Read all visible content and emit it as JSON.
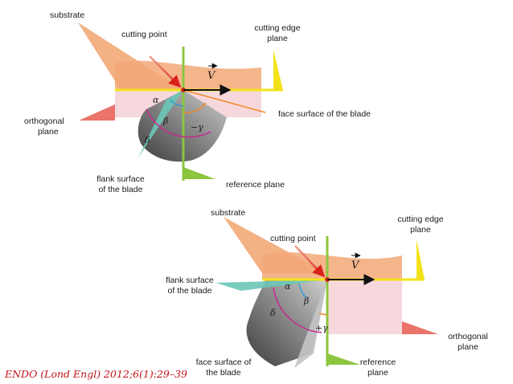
{
  "colors": {
    "substrate": "#f2a877",
    "blade_dark": "#4a4a4a",
    "blade_light": "#c4c4c4",
    "pink": "#f6d8dc",
    "yellow": "#f3e21a",
    "green": "#8cc63f",
    "teal": "#6cc6b7",
    "red_arrow": "#e03a2a",
    "arc_purple": "#c0308c",
    "arc_orange": "#ef8a2a",
    "arc_blue": "#2e9fd6",
    "citation": "#c0141c"
  },
  "top_diagram": {
    "substrate": "substrate",
    "cutting_point": "cutting point",
    "cutting_edge_plane": [
      "cutting edge",
      "plane"
    ],
    "velocity": "V",
    "orthogonal_plane": [
      "orthogonal",
      "plane"
    ],
    "face_surface": "face surface of the blade",
    "flank_surface": [
      "flank surface",
      "of the blade"
    ],
    "reference_plane": "reference plane",
    "alpha": "α",
    "beta": "β",
    "delta": "δ",
    "rake": "−γ"
  },
  "bottom_diagram": {
    "substrate": "substrate",
    "cutting_point": "cutting point",
    "cutting_edge_plane": [
      "cutting edge",
      "plane"
    ],
    "velocity": "V",
    "flank_surface": [
      "flank surface",
      "of the blade"
    ],
    "orthogonal_plane": [
      "orthogonal",
      "plane"
    ],
    "face_surface": [
      "face surface of",
      "the blade"
    ],
    "reference_plane": [
      "reference",
      "plane"
    ],
    "alpha": "α",
    "beta": "β",
    "delta": "δ",
    "rake": "+γ"
  },
  "citation": "ENDO (Lond Engl) 2012;6(1):29–39"
}
